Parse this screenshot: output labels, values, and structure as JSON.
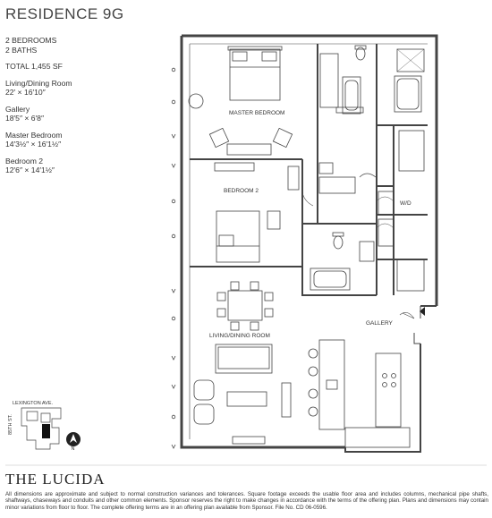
{
  "residence_title": "RESIDENCE 9G",
  "specs": [
    {
      "lines": [
        "2 BEDROOMS",
        "2 BATHS"
      ]
    },
    {
      "lines": [
        "TOTAL 1,455 SF"
      ]
    },
    {
      "lines": [
        "Living/Dining Room",
        "22′ × 16′10″"
      ]
    },
    {
      "lines": [
        "Gallery",
        "18′5″ × 6′8″"
      ]
    },
    {
      "lines": [
        "Master Bedroom",
        "14′3½″ × 16′1½″"
      ]
    },
    {
      "lines": [
        "Bedroom 2",
        "12′6″ × 14′1½″"
      ]
    }
  ],
  "plan_labels": {
    "master_bedroom": "MASTER BEDROOM",
    "bedroom2": "BEDROOM 2",
    "wd": "W/D",
    "gallery": "GALLERY",
    "living": "LIVING/DINING ROOM"
  },
  "key_map": {
    "avenue": "LEXINGTON AVE.",
    "street": "85TH ST.",
    "north": "N"
  },
  "brand": "THE LUCIDA",
  "disclaimer": "All dimensions are approximate and subject to normal construction variances and tolerances. Square footage exceeds the usable floor area and includes columns, mechanical pipe shafts, shaftways, chaseways and conduits and other common elements. Sponsor reserves the right to make changes in accordance with the terms of the offering plan. Plans and dimensions may contain minor variations from floor to floor. The complete offering terms are in an offering plan available from Sponsor. File No. CD 06-0596."
}
